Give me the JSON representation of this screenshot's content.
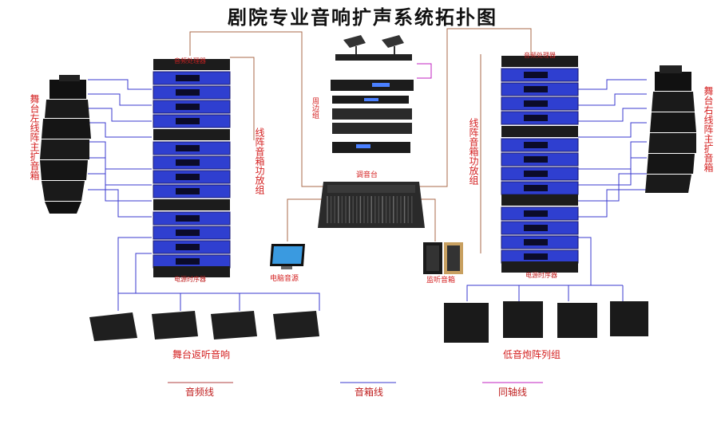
{
  "title": "剧院专业音响扩声系统拓扑图",
  "labels": {
    "stage_left_main": "舞台左线阵主扩音箱",
    "stage_right_main": "舞台右线阵主扩音箱",
    "line_array_amp_left": "线阵音箱功放组",
    "line_array_amp_right": "线阵音箱功放组",
    "peripheral_group": "周边组",
    "mixer": "调音台",
    "pc_source": "电脑音源",
    "monitor_speaker": "监听音箱",
    "stage_monitor": "舞台返听音响",
    "subwoofer_array": "低音炮阵列组",
    "left_processor": "音频处理器",
    "left_sequencer": "电源时序器",
    "right_processor": "音频处理器",
    "right_sequencer": "电源时序器"
  },
  "legend": [
    {
      "label": "音频线",
      "color": "#b04040"
    },
    {
      "label": "音箱线",
      "color": "#3a3acf"
    },
    {
      "label": "同轴线",
      "color": "#c020c0"
    }
  ],
  "colors": {
    "amp_blue": "#2f3fd0",
    "audio_line": "#a86a4a",
    "speaker_line": "#3a3acf",
    "coax_line": "#c020c0",
    "label_red": "#d42020"
  }
}
